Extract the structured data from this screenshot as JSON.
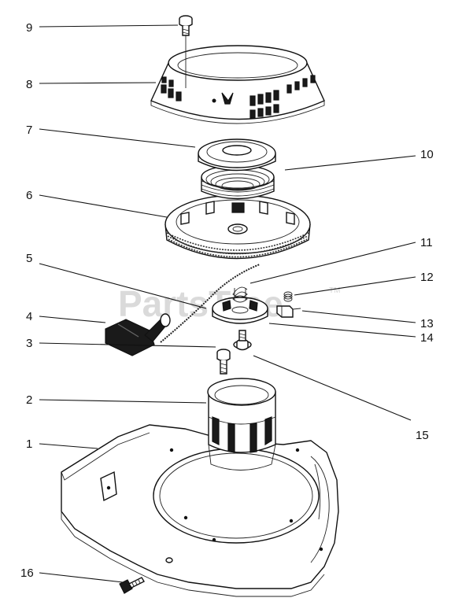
{
  "watermark": {
    "text": "PartsTree",
    "mark": "TM"
  },
  "callouts": [
    {
      "id": "callout-9",
      "label": "9",
      "part": "screw"
    },
    {
      "id": "callout-8",
      "label": "8",
      "part": "starter-cover"
    },
    {
      "id": "callout-7",
      "label": "7",
      "part": "spring-plate"
    },
    {
      "id": "callout-10",
      "label": "10",
      "part": "recoil-spring"
    },
    {
      "id": "callout-6",
      "label": "6",
      "part": "pulley-with-rope"
    },
    {
      "id": "callout-11",
      "label": "11",
      "part": "spring"
    },
    {
      "id": "callout-5",
      "label": "5",
      "part": "starter-rope"
    },
    {
      "id": "callout-12",
      "label": "12",
      "part": "small-spring"
    },
    {
      "id": "callout-4",
      "label": "4",
      "part": "starter-handle"
    },
    {
      "id": "callout-13",
      "label": "13",
      "part": "pawl"
    },
    {
      "id": "callout-14",
      "label": "14",
      "part": "ratchet"
    },
    {
      "id": "callout-3",
      "label": "3",
      "part": "screw"
    },
    {
      "id": "callout-2",
      "label": "2",
      "part": "starter-cup"
    },
    {
      "id": "callout-15",
      "label": "15",
      "part": "screw-with-washer"
    },
    {
      "id": "callout-1",
      "label": "1",
      "part": "blower-housing"
    },
    {
      "id": "callout-16",
      "label": "16",
      "part": "screw"
    }
  ]
}
